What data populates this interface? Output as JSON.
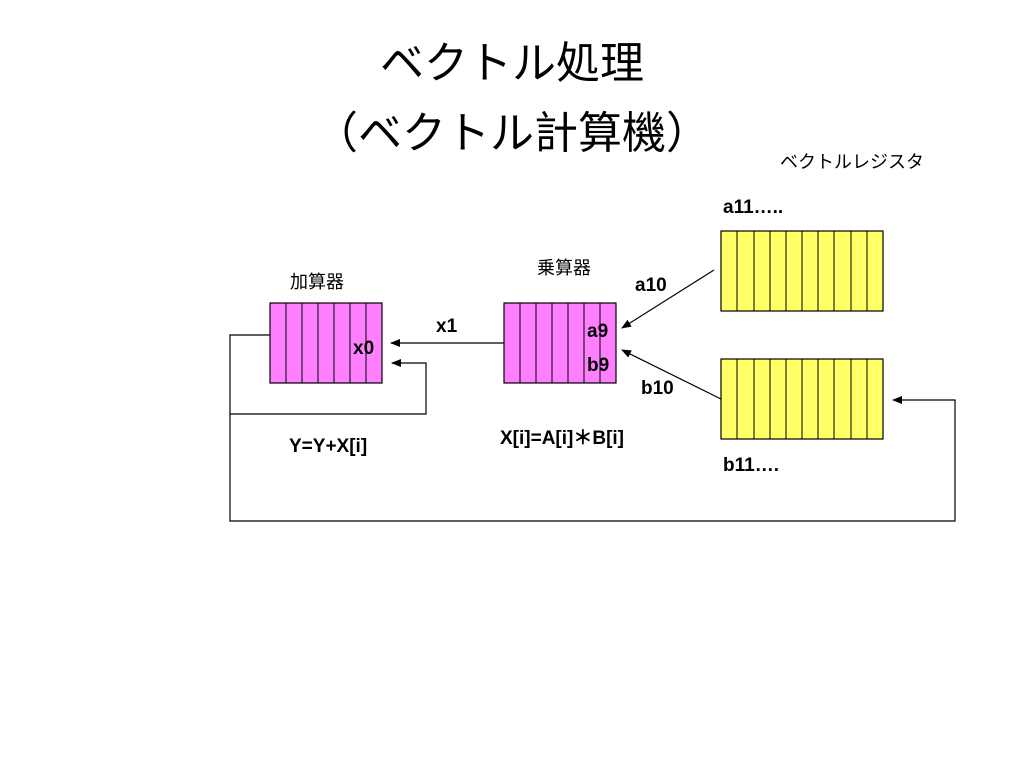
{
  "slide": {
    "title_line1": "ベクトル処理",
    "title_line2": "（ベクトル計算機）"
  },
  "labels": {
    "vector_register": "ベクトルレジスタ",
    "adder": "加算器",
    "multiplier": "乗算器",
    "a11": "a11…..",
    "a10": "a10",
    "b10": "b10",
    "b11": "b11….",
    "a9": "a9",
    "b9": "b9",
    "x1": "x1",
    "x0": "x0",
    "adder_formula": "Y=Y+X[i]",
    "multiplier_formula": "X[i]=A[i]＊B[i]"
  },
  "colors": {
    "pipeline_fill": "#ff80ff",
    "register_fill": "#ffff66",
    "line": "#000000"
  }
}
